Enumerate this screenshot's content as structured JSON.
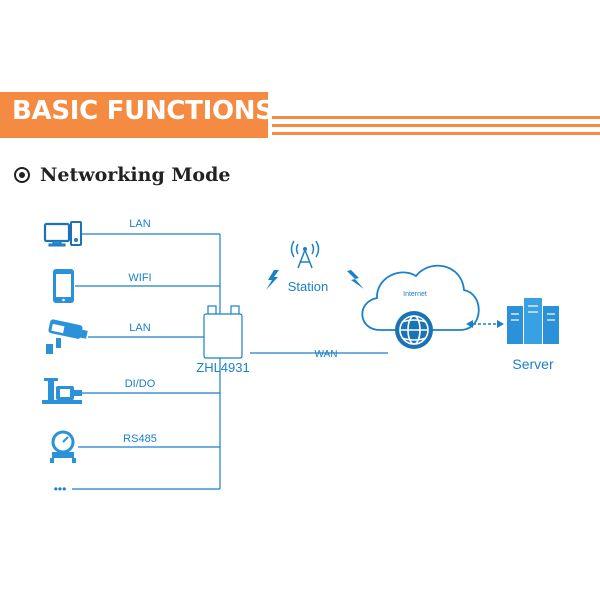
{
  "header": {
    "title": "BASIC FUNCTIONS"
  },
  "section": {
    "title": "Networking Mode"
  },
  "diagram": {
    "links": [
      {
        "label": "LAN",
        "device": "desktop-computer"
      },
      {
        "label": "WIFI",
        "device": "smartphone"
      },
      {
        "label": "LAN",
        "device": "surveillance-camera"
      },
      {
        "label": "DI/DO",
        "device": "industrial-equipment"
      },
      {
        "label": "RS485",
        "device": "meter-gauge"
      }
    ],
    "more": "•••",
    "router": "ZHL4931",
    "station": "Station",
    "wan": "WAN",
    "internet": "Internet",
    "server": "Server"
  },
  "colors": {
    "accent": "#f58a43",
    "line": "#1a80c9",
    "icon": "#2b91d9"
  }
}
